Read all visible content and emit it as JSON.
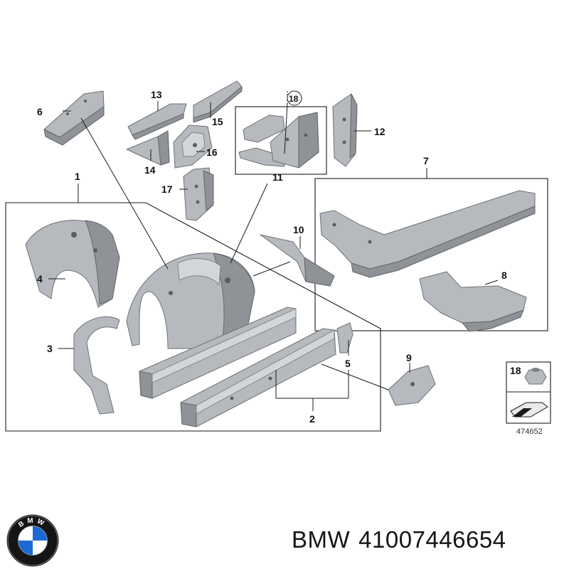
{
  "diagram": {
    "callouts": [
      "1",
      "2",
      "3",
      "4",
      "5",
      "6",
      "7",
      "8",
      "9",
      "10",
      "11",
      "12",
      "13",
      "14",
      "15",
      "16",
      "17"
    ],
    "symbol_callout": "18",
    "legend_callout": "18",
    "reference_number": "474652"
  },
  "brand": {
    "logo_letters": "BMW",
    "caption_brand": "BMW",
    "caption_part_number": "41007446654"
  },
  "colors": {
    "part_fill": "#b6b9bd",
    "line": "#1a1a1a",
    "logo_blue": "#1c69d4"
  }
}
